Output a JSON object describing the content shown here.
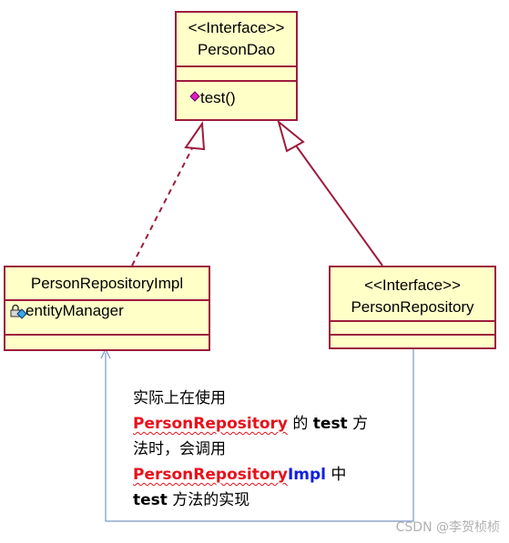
{
  "classes": {
    "person_dao": {
      "stereotype": "<<Interface>>",
      "name": "PersonDao",
      "operation": "test()"
    },
    "person_repository_impl": {
      "name": "PersonRepositoryImpl",
      "attribute": "entityManager"
    },
    "person_repository": {
      "stereotype": "<<Interface>>",
      "name": "PersonRepository"
    }
  },
  "note": {
    "line1": "实际上在使用",
    "line2_red": "PersonRepository",
    "line2_mid": " 的 ",
    "line2_bold": "test",
    "line2_end": " 方",
    "line3": "法时，会调用",
    "line4_red": "PersonRepository",
    "line4_blue": "Impl",
    "line4_end": " 中",
    "line5_bold": "test",
    "line5_end": " 方法的实现"
  },
  "watermark": "CSDN @李贺桢桢",
  "colors": {
    "class_fill": "#ffffc8",
    "class_border": "#9c1c3c",
    "relation_line": "#9c1c3c",
    "note_line": "#7b96c8",
    "highlight_red": "#e8111b",
    "highlight_blue": "#1020e0"
  }
}
